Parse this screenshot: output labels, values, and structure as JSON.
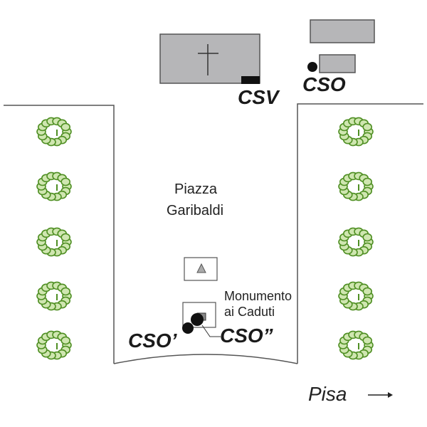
{
  "map": {
    "square_name_line1": "Piazza",
    "square_name_line2": "Garibaldi",
    "monument_line1": "Monumento",
    "monument_line2": "ai Caduti",
    "direction_label": "Pisa",
    "direction_arrow": "→",
    "markers": {
      "csv": "CSV",
      "cso": "CSO",
      "cso_prime": "CSO’",
      "cso_double_prime": "CSO”"
    },
    "colors": {
      "building_fill": "#b6b6b8",
      "building_stroke": "#555555",
      "tree_green": "#4f8f23",
      "tree_light": "#cfe6b0",
      "line": "#555555",
      "marker": "#111111"
    },
    "icons": [
      "church-cross-icon",
      "monument-triangle-icon",
      "tree-icon",
      "arrow-right-icon",
      "station-marker-icon"
    ]
  }
}
